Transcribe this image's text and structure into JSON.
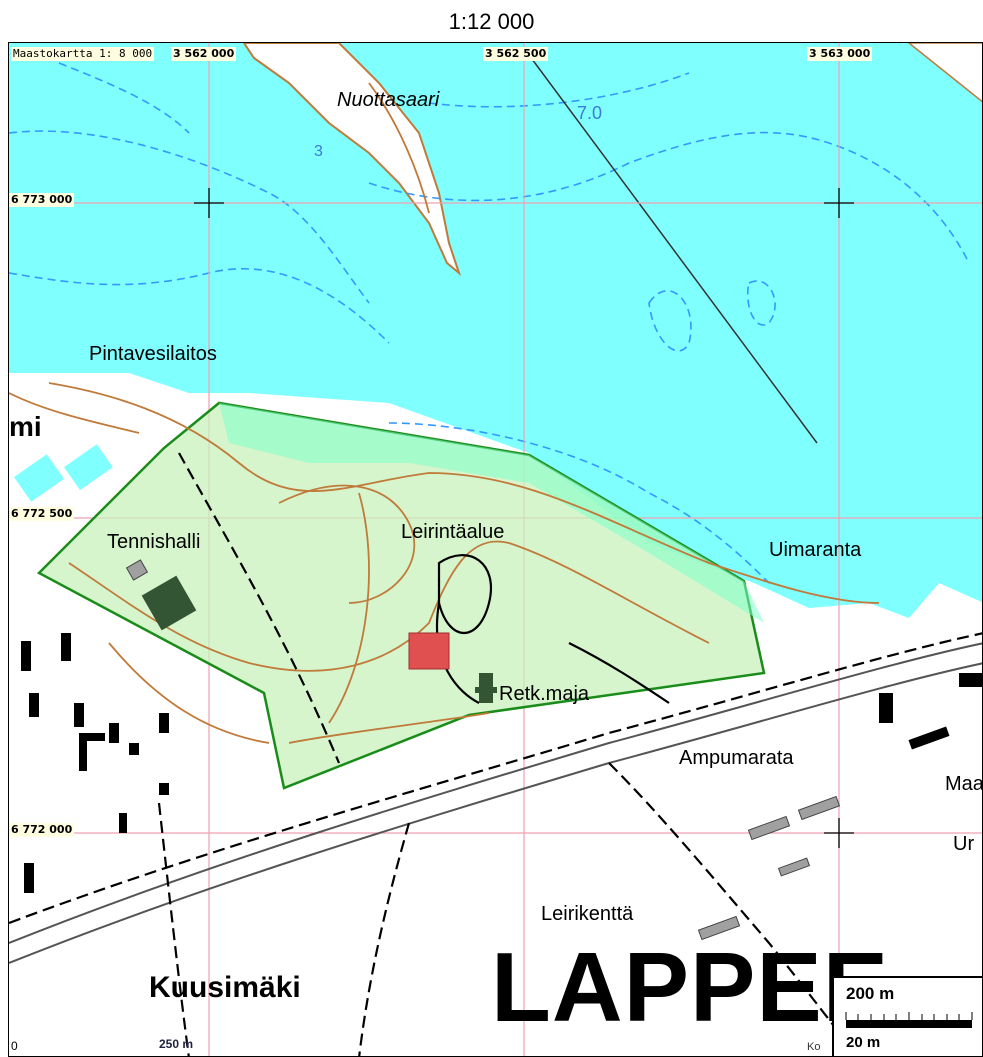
{
  "map_title": "1:12 000",
  "map_series": "Maastokartta 1: 8 000",
  "grid_labels": {
    "e_3562000": "3 562 000",
    "e_3562500": "3 562 500",
    "e_3563000": "3 563 000",
    "n_6773000": "6 773 000",
    "n_6772500": "6 772 500",
    "n_6772000": "6 772 000"
  },
  "places": {
    "nuottasaari": "Nuottasaari",
    "pintavesilaitos": "Pintavesilaitos",
    "mi": "mi",
    "tennishalli": "Tennishalli",
    "leirintaalue": "Leirintäalue",
    "uimaranta": "Uimaranta",
    "retk_maja": "Retk.maja",
    "ampumarata": "Ampumarata",
    "maa": "Maa",
    "ur": "Ur",
    "leirikentta": "Leirikenttä",
    "kuusimaki": "Kuusimäki",
    "lappeenranta": "LAPPEE",
    "ko": "Ko"
  },
  "depth_label": "7.0",
  "contour_label": "3",
  "small_scale": {
    "label": "250 m",
    "zero": "0"
  },
  "scalebar": {
    "top_label": "200 m",
    "bottom_label": "20 m"
  },
  "colors": {
    "water": "#80ffff",
    "area_fill": "#c8f2bc",
    "area_border": "#1a8c1a",
    "contour": "#c07a3a",
    "grid": "#f0a0b0",
    "marker": "#e05050",
    "building": "#335533"
  }
}
